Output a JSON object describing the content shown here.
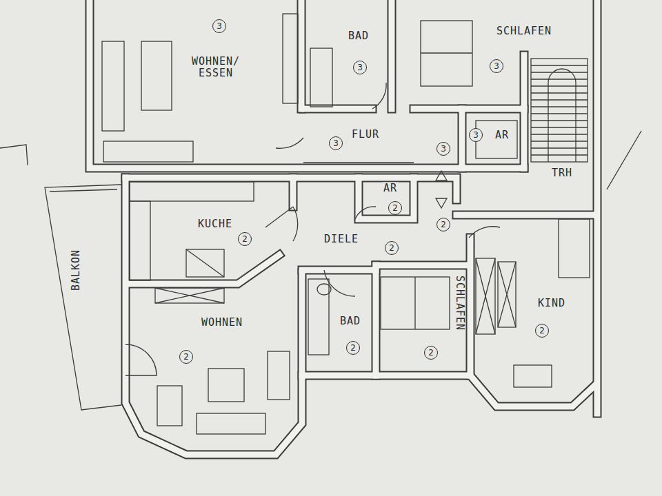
{
  "diagram": {
    "nodes": [
      {
        "text": [
          "WOHNEN/ ESSEN",
          "3"
        ]
      },
      {
        "text": [
          "BAD",
          "3"
        ]
      },
      {
        "text": [
          "SCHLAFEN",
          "3"
        ]
      },
      {
        "text": [
          "FLUR",
          "3"
        ]
      },
      {
        "text": [
          "AR",
          "3"
        ]
      },
      {
        "text": [
          "TRH"
        ]
      },
      {
        "text": [
          "BALKON"
        ]
      },
      {
        "text": [
          "KUCHE",
          "2"
        ]
      },
      {
        "text": [
          "AR",
          "2"
        ]
      },
      {
        "text": [
          "DIELE",
          "2"
        ]
      },
      {
        "text": [
          "WOHNEN",
          "2"
        ]
      },
      {
        "text": [
          "BAD",
          "2"
        ]
      },
      {
        "text": [
          "SCHLAFEN",
          "2"
        ]
      },
      {
        "text": [
          "KIND",
          "2"
        ]
      }
    ],
    "labels": [
      "3",
      "2"
    ]
  }
}
